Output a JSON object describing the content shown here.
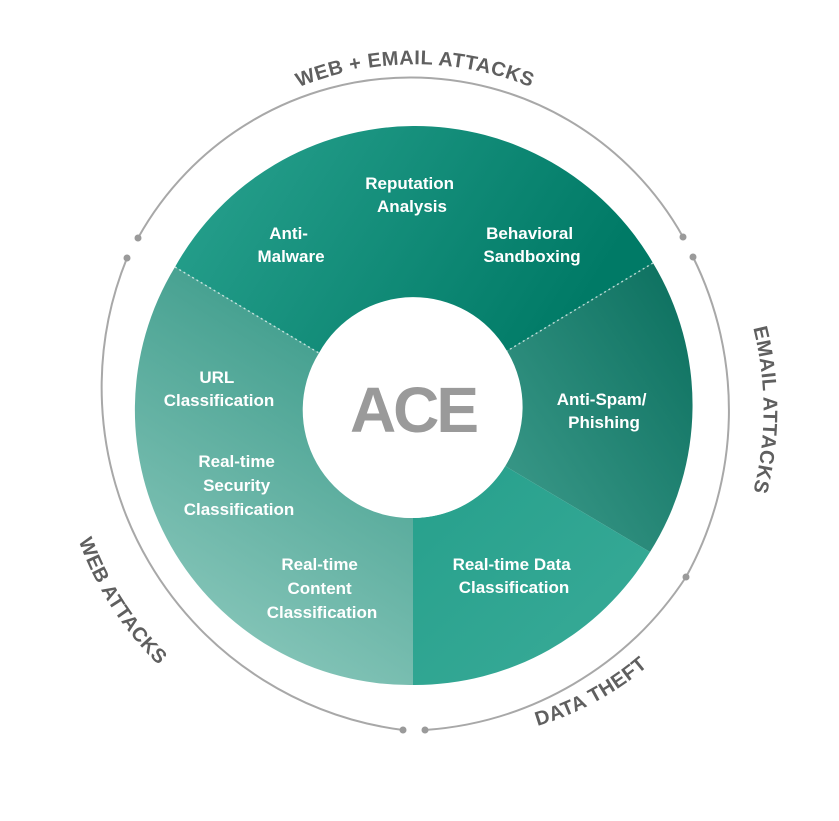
{
  "center": {
    "label": "ACE"
  },
  "segments": [
    {
      "id": "top",
      "lines": [
        {
          "key": "reputation",
          "text": [
            "Reputation",
            "Analysis"
          ]
        },
        {
          "key": "anti-malware",
          "text": [
            "Anti-",
            "Malware"
          ]
        },
        {
          "key": "behavioral",
          "text": [
            "Behavioral",
            "Sandboxing"
          ]
        }
      ]
    },
    {
      "id": "right",
      "lines": [
        {
          "key": "anti-spam",
          "text": [
            "Anti-Spam/",
            "Phishing"
          ]
        }
      ]
    },
    {
      "id": "bottom-right",
      "lines": [
        {
          "key": "data-classification",
          "text": [
            "Real-time Data",
            "Classification"
          ]
        }
      ]
    },
    {
      "id": "left",
      "lines": [
        {
          "key": "url",
          "text": [
            "URL",
            "Classification"
          ]
        },
        {
          "key": "security",
          "text": [
            "Real-time",
            "Security",
            "Classification"
          ]
        },
        {
          "key": "content",
          "text": [
            "Real-time",
            "Content",
            "Classification"
          ]
        }
      ]
    }
  ],
  "outer_labels": {
    "web_email": "WEB + EMAIL ATTACKS",
    "email": "EMAIL ATTACKS",
    "data_theft": "DATA THEFT",
    "web": "WEB ATTACKS"
  },
  "colors": {
    "top_dark": "#007a66",
    "top_light": "#2aa390",
    "right_dark": "#0d6f5f",
    "right_light": "#3a9b8a",
    "bottom_right": "#2fa592",
    "left_dark": "#3e9e8e",
    "left_light": "#8ac8bb",
    "outer_ring": "#a8a8a8",
    "text_gray": "#5f5f5f",
    "center_text": "#9a9a9a"
  }
}
